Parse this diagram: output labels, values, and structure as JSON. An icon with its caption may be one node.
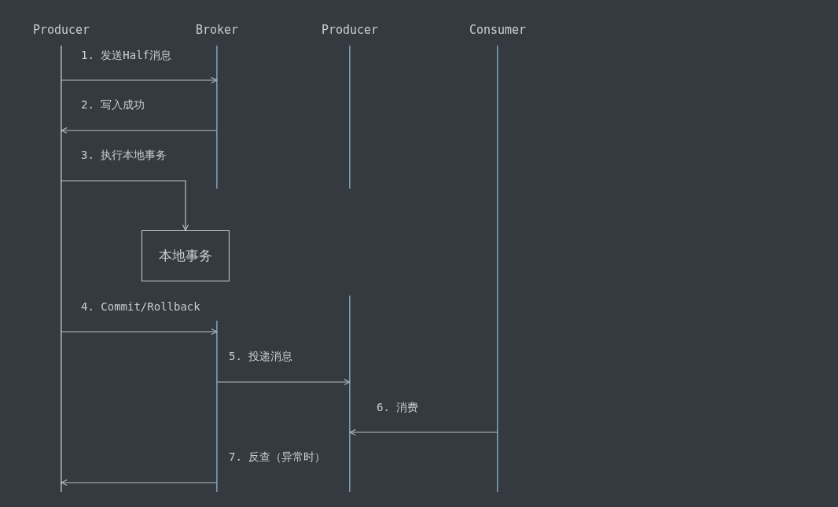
{
  "diagram": {
    "nodes": [
      {
        "text": [
          "Producer"
        ]
      },
      {
        "text": [
          "Broker"
        ]
      },
      {
        "text": [
          "Producer"
        ]
      },
      {
        "text": [
          "Consumer"
        ]
      },
      {
        "text": [
          "本地事务"
        ]
      }
    ],
    "edges": [
      {
        "from": 0,
        "to": 1,
        "arrow": "to",
        "label": "1. 发送Half消息"
      },
      {
        "from": 1,
        "to": 0,
        "arrow": "to",
        "label": "2. 写入成功"
      },
      {
        "from": 0,
        "to": 4,
        "arrow": "to",
        "label": "3. 执行本地事务"
      },
      {
        "from": 0,
        "to": 1,
        "arrow": "to",
        "label": "4. Commit/Rollback"
      },
      {
        "from": 1,
        "to": 2,
        "arrow": "to",
        "label": "5. 投递消息"
      },
      {
        "from": 3,
        "to": 2,
        "arrow": "to",
        "label": "6. 消费"
      },
      {
        "from": 1,
        "to": 0,
        "arrow": "to",
        "label": "7. 反查（异常时）"
      }
    ]
  }
}
